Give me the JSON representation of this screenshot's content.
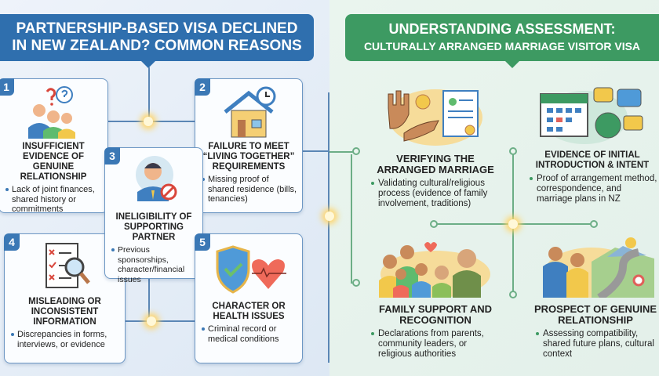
{
  "left": {
    "title_line1": "PARTNERSHIP-BASED VISA DECLINED",
    "title_line2": "IN NEW ZEALAND? COMMON REASONS",
    "cards": [
      {
        "number": "1",
        "title": "INSUFFICIENT EVIDENCE OF GENUINE RELATIONSHIP",
        "bullet": "Lack of joint finances, shared history or commitments",
        "icon": "confused-people-icon"
      },
      {
        "number": "2",
        "title": "FAILURE TO MEET “LIVING TOGETHER” REQUIREMENTS",
        "bullet": "Missing proof of shared residence (bills, tenancies)",
        "icon": "house-clock-icon"
      },
      {
        "number": "3",
        "title": "INELIGIBILITY OF SUPPORTING PARTNER",
        "bullet": "Previous sponsorships, character/financial issues",
        "icon": "prohibited-person-icon"
      },
      {
        "number": "4",
        "title": "MISLEADING OR INCONSISTENT INFORMATION",
        "bullet": "Discrepancies in forms, interviews, or evidence",
        "icon": "document-magnifier-icon"
      },
      {
        "number": "5",
        "title": "CHARACTER OR HEALTH ISSUES",
        "bullet": "Criminal record or medical conditions",
        "icon": "shield-heart-icon"
      }
    ]
  },
  "right": {
    "title_line1": "UNDERSTANDING ASSESSMENT:",
    "title_line2": "CULTURALLY ARRANGED MARRIAGE VISITOR VISA",
    "items": [
      {
        "title": "VERIFYING THE ARRANGED MARRIAGE",
        "bullet": "Validating cultural/religious process (evidence of family involvement, traditions)",
        "icon": "hands-certificate-icon"
      },
      {
        "title": "EVIDENCE OF INITIAL INTRODUCTION & INTENT",
        "bullet": "Proof of arrangement method, correspondence, and marriage plans in NZ",
        "icon": "calendar-chat-icon"
      },
      {
        "title": "FAMILY SUPPORT AND RECOGNITION",
        "bullet": "Declarations from parents, community leaders, or religious authorities",
        "icon": "family-icon"
      },
      {
        "title": "PROSPECT OF GENUINE RELATIONSHIP",
        "bullet": "Assessing compatibility, shared future plans, cultural context",
        "icon": "couple-road-icon"
      }
    ]
  },
  "colors": {
    "blue": "#2f6fae",
    "green": "#3d9a62"
  }
}
